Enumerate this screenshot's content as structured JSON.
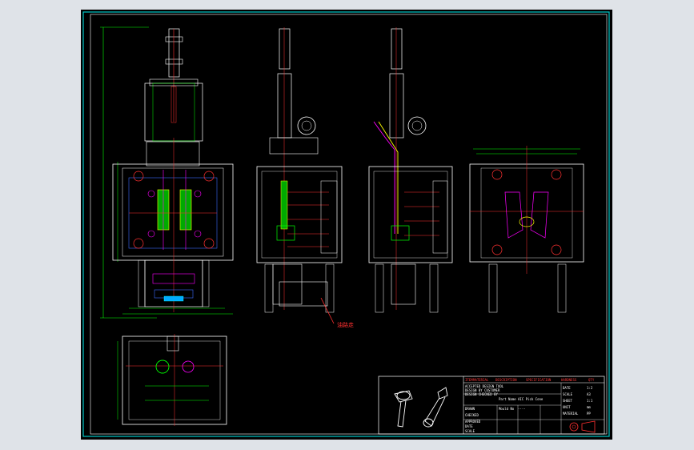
{
  "app": {
    "background": "#dfe3e8",
    "canvas_background": "#000000"
  },
  "colors": {
    "frame": "#00c8c8",
    "outline": "#ffffff",
    "dimension": "#00ff00",
    "center": "#ff3030",
    "yellow": "#ffff00",
    "magenta": "#ff00ff",
    "blue": "#3b6bff",
    "cyan": "#00ffff"
  },
  "views": {
    "front_view": "front-view",
    "side_view_left": "side-view-left",
    "side_view_right": "side-view-right",
    "end_view": "end-view",
    "plan_view": "plan-view"
  },
  "annotation": {
    "text": "油路走"
  },
  "title_block": {
    "headers": [
      "ITEM",
      "MATERIAL",
      "DESCRIPTION",
      "SPECIFICATION",
      "HARDNESS",
      "QTY"
    ],
    "notes": [
      "ACCEPTED DESIGN TOOL",
      "DESIGN BY CUSTOMER",
      "DESIGN CHECKED BY"
    ],
    "part_name_label": "Part Name",
    "part_name_value": "AIC Pick Cone",
    "part_no_label": "Mould No",
    "part_no_value": "----",
    "fields": [
      "DRAWN",
      "CHECKED",
      "APPROVED",
      "DATE",
      "SCALE"
    ],
    "right_labels": [
      "DATE",
      "SCALE",
      "SHEET",
      "UNIT",
      "MATERIAL"
    ],
    "right_values": [
      "1:2",
      "A3",
      "1:1",
      "mm",
      "PP"
    ]
  }
}
